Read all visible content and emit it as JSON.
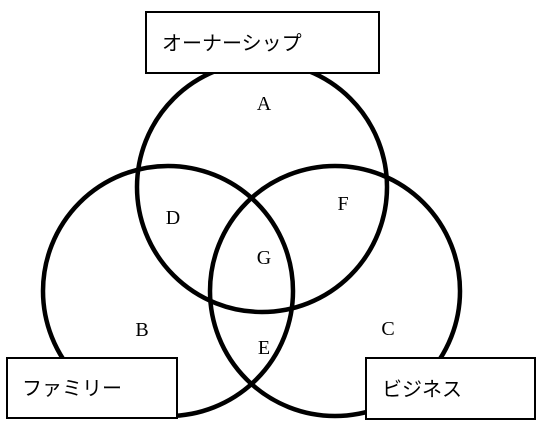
{
  "diagram": {
    "circles": {
      "ownership": {
        "label": "オーナーシップ"
      },
      "family": {
        "label": "ファミリー"
      },
      "business": {
        "label": "ビジネス"
      }
    },
    "regions": {
      "a": "A",
      "b": "B",
      "c": "C",
      "d": "D",
      "e": "E",
      "f": "F",
      "g": "G"
    },
    "colors": {
      "stroke": "#000000",
      "background": "#ffffff"
    }
  }
}
